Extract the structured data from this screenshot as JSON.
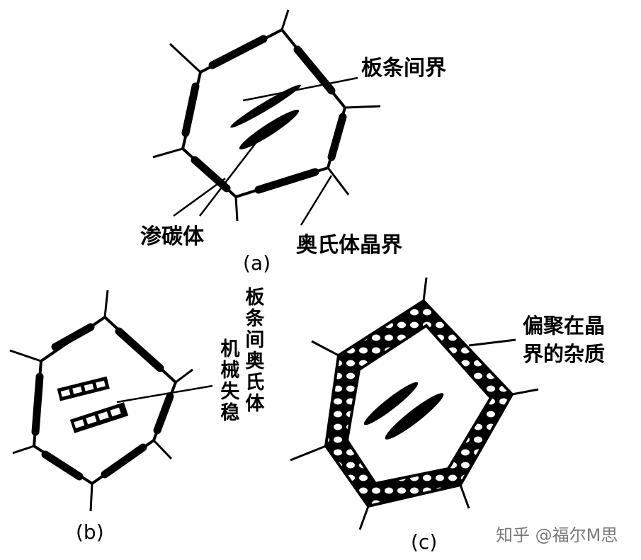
{
  "labels": {
    "lath_boundary": "板条间界",
    "carbide": "渗碳体",
    "austenite_gb": "奥氏体晶界",
    "b_col1": "板条间奥氏体",
    "b_col2": "机械失稳",
    "c_line1": "偏聚在晶",
    "c_line2": "界的杂质"
  },
  "captions": {
    "a": "(a)",
    "b": "(b)",
    "c": "(c)"
  },
  "watermark": "知乎 @福尔M思",
  "colors": {
    "ink": "#000000",
    "paper": "#ffffff",
    "watermark": "#7a7a7a"
  }
}
